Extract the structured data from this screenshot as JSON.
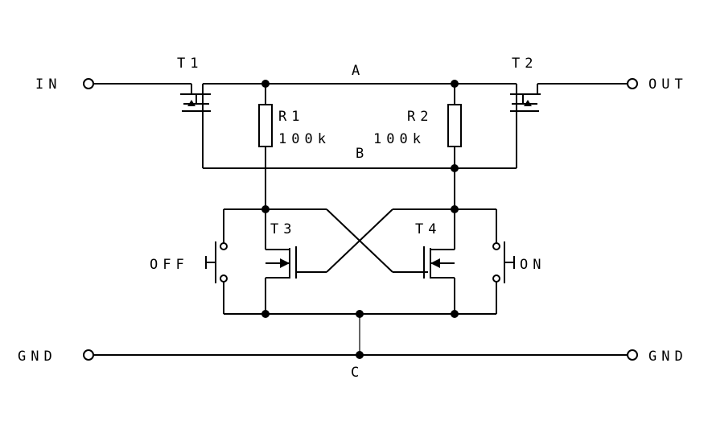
{
  "labels": {
    "in": "IN",
    "out": "OUT",
    "gnd_left": "GND",
    "gnd_right": "GND",
    "t1": "T1",
    "t2": "T2",
    "t3": "T3",
    "t4": "T4",
    "r1_name": "R1",
    "r1_value": "100k",
    "r2_name": "R2",
    "r2_value": "100k",
    "node_a": "A",
    "node_b": "B",
    "node_c": "C",
    "switch_off": "OFF",
    "switch_on": "ON"
  }
}
